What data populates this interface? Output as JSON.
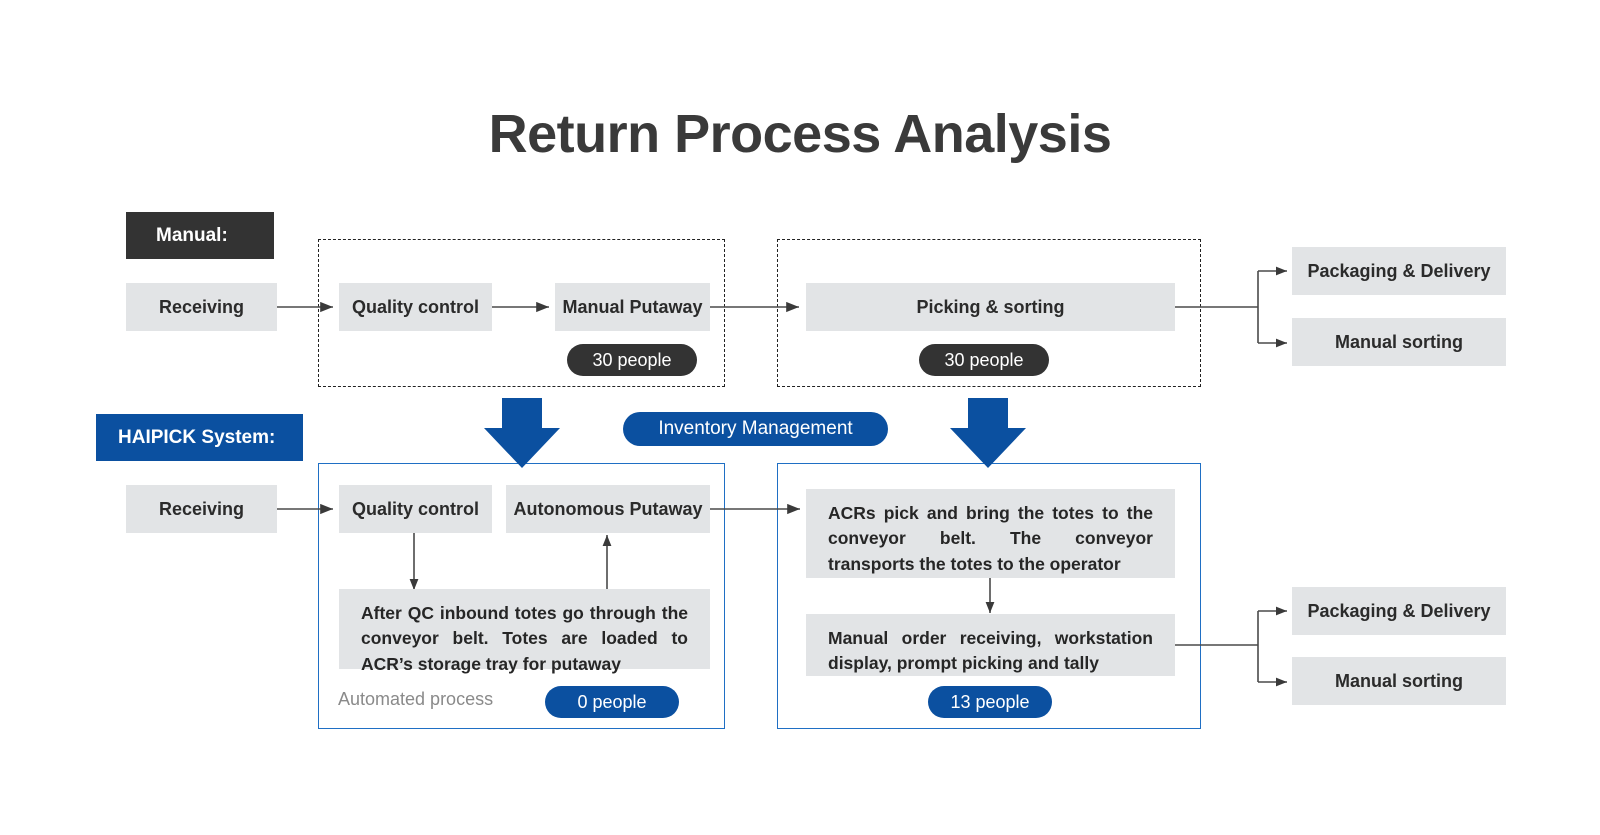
{
  "title": "Return Process Analysis",
  "rows": {
    "manual": {
      "label": "Manual:",
      "receiving": "Receiving",
      "quality_control": "Quality control",
      "manual_putaway": "Manual Putaway",
      "putaway_badge": "30 people",
      "picking_sorting": "Picking & sorting",
      "picking_badge": "30 people",
      "outputs": [
        "Packaging & Delivery",
        "Manual sorting"
      ]
    },
    "haipick": {
      "label": "HAIPICK System:",
      "receiving": "Receiving",
      "quality_control": "Quality control",
      "autonomous_putaway": "Autonomous Putaway",
      "qc_note": "After QC inbound totes go through the conveyor belt. Totes are loaded to ACR’s storage tray for putaway",
      "automated_process_note": "Automated process",
      "people_badge_left": "0 people",
      "acr_note": "ACRs pick and bring the totes to the conveyor belt. The conveyor transports the totes to the operator",
      "manual_order_note": "Manual order receiving, workstation display, prompt picking and tally",
      "people_badge_right": "13 people",
      "outputs": [
        "Packaging & Delivery",
        "Manual sorting"
      ]
    }
  },
  "middle_pill": "Inventory Management",
  "colors": {
    "brand_blue": "#0b50a0",
    "box_gray": "#e2e4e6",
    "dark": "#333333",
    "blue_border": "#1f6fc4",
    "note_gray": "#8a8a8a"
  }
}
